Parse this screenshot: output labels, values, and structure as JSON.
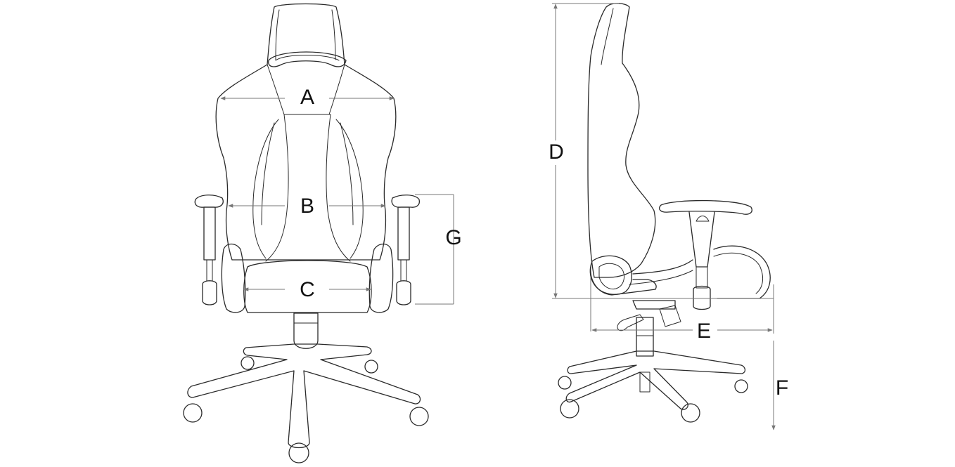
{
  "labels": {
    "a": "A",
    "b": "B",
    "c": "C",
    "d": "D",
    "e": "E",
    "f": "F",
    "g": "G"
  },
  "colors": {
    "outline": "#2a2a2a",
    "dimension_line": "#777777",
    "background": "#ffffff"
  }
}
